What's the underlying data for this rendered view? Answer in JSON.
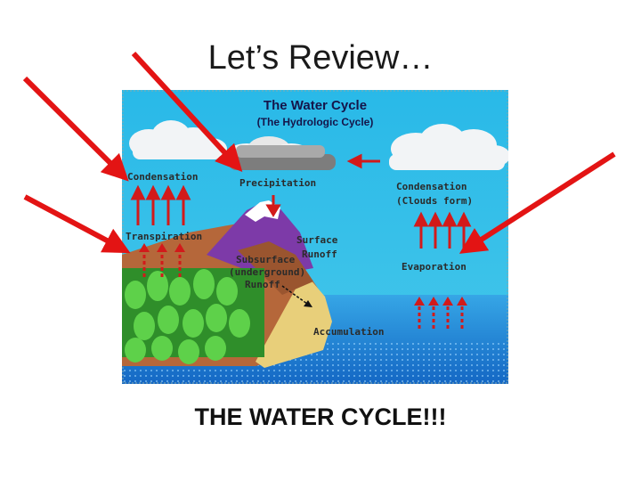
{
  "slide": {
    "title": "Let’s Review…",
    "caption": "THE WATER CYCLE!!!"
  },
  "diagram": {
    "title": "The Water Cycle",
    "subtitle": "(The Hydrologic Cycle)",
    "labels": {
      "condensation_left": "Condensation",
      "precipitation": "Precipitation",
      "condensation_right": "Condensation",
      "clouds_form": "(Clouds form)",
      "transpiration": "Transpiration",
      "surface": "Surface",
      "runoff": "Runoff",
      "subsurface": "Subsurface",
      "underground": "(underground)",
      "subsurface_runoff": "Runoff",
      "evaporation": "Evaporation",
      "accumulation": "Accumulation"
    }
  },
  "colors": {
    "sky": "#22b5e6",
    "sea": "#1a86d6",
    "pointer_arrows": "#e31414"
  }
}
